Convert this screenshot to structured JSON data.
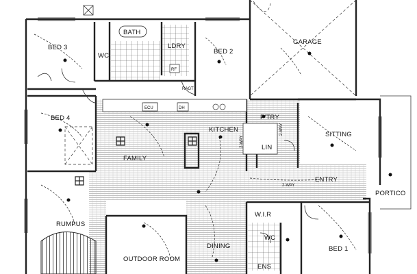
{
  "rooms": {
    "bath": "BATH",
    "bed3": "BED 3",
    "wc": "WC",
    "ldry": "LDRY",
    "bed2": "BED 2",
    "garage": "GARAGE",
    "bed4": "BED 4",
    "kitchen": "KITCHEN",
    "ptry": "P'TRY",
    "sitting": "SITTING",
    "family": "FAMILY",
    "lin": "LIN",
    "entry": "ENTRY",
    "portico": "PORTICO",
    "rumpus": "RUMPUS",
    "wir": "W.I.R",
    "wc2": "WC",
    "outdoor": "OUTDOOR ROOM",
    "dining": "DINING",
    "bed1": "BED 1",
    "ens": "ENS"
  },
  "fixtures": {
    "ecu": "ECU",
    "dh": "DH",
    "rf": "RF",
    "ragt": "RAGT",
    "two_way_a": "2-WAY",
    "two_way_b": "2-WAY",
    "two_way_c": "2-WAY"
  }
}
